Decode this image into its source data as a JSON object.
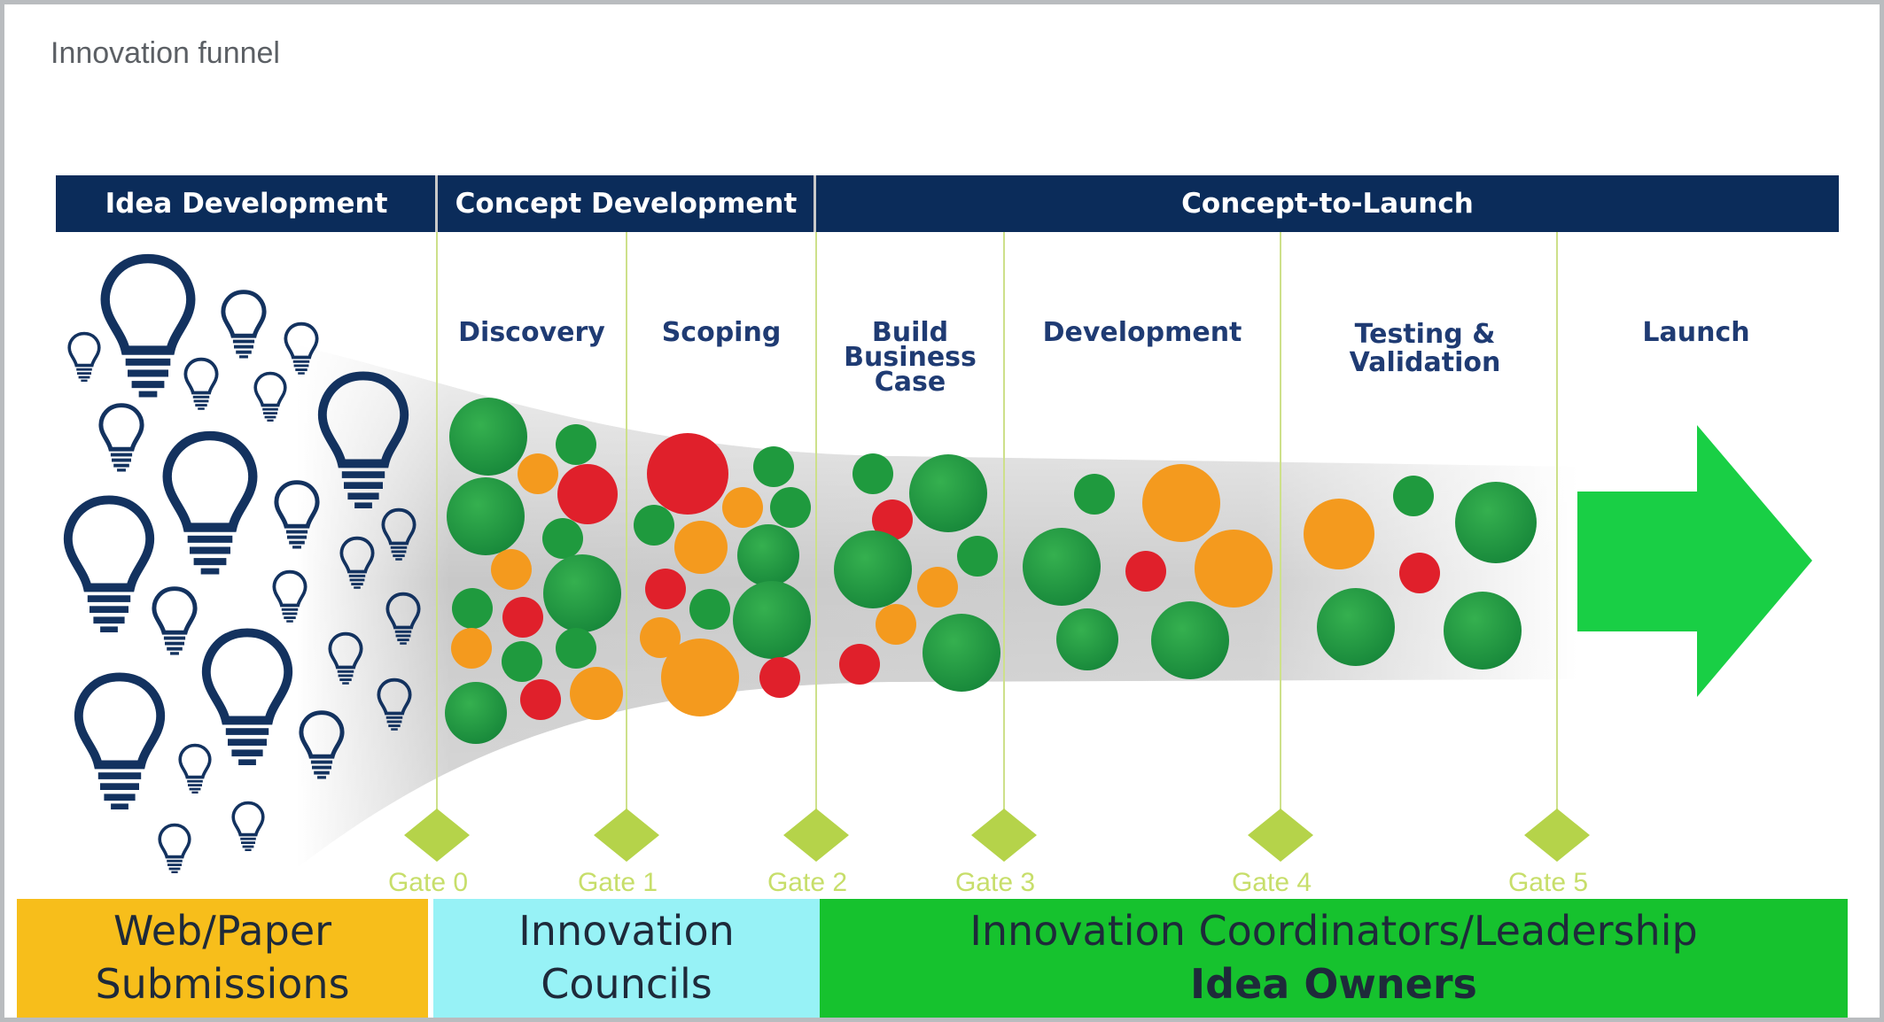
{
  "title": "Innovation funnel",
  "header": {
    "idea": "Idea Development",
    "concept": "Concept Development",
    "launch": "Concept-to-Launch"
  },
  "stages": {
    "discovery": "Discovery",
    "scoping": "Scoping",
    "build_1": "Build",
    "build_2": "Business",
    "build_3": "Case",
    "development": "Development",
    "testing_1": "Testing &",
    "testing_2": "Validation",
    "launch": "Launch"
  },
  "gates": [
    "Gate 0",
    "Gate 1",
    "Gate 2",
    "Gate 3",
    "Gate 4",
    "Gate 5"
  ],
  "bands": {
    "web_1": "Web/Paper",
    "web_2": "Submissions",
    "councils_1": "Innovation",
    "councils_2": "Councils",
    "coordinators": "Innovation Coordinators/Leadership",
    "owners": "Idea Owners"
  },
  "colors": {
    "navy": "#0b2c5a",
    "stage_text": "#1f3b73",
    "green_dot": "#1f9a3e",
    "orange_dot": "#f49a1e",
    "red_dot": "#e0202b",
    "gate": "#b5d34a",
    "arrow": "#19cf45",
    "bulb": "#13325f"
  },
  "icons": [
    "lightbulb-icon",
    "right-arrow-icon",
    "gate-diamond-icon"
  ]
}
